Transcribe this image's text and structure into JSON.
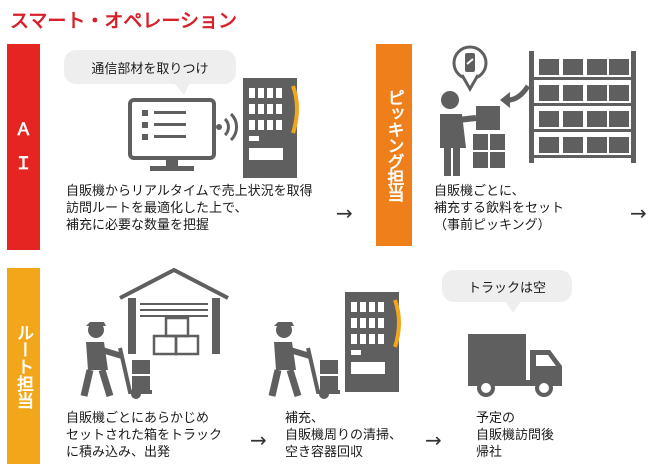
{
  "title": "スマート・オペレーション",
  "colors": {
    "title": "#d8202a",
    "ai": "#e42521",
    "picking": "#ef7f1a",
    "route": "#f2a71b",
    "icon": "#5f5f5f",
    "bubble": "#eeeeee"
  },
  "bands": {
    "ai": "Ａ\nＩ",
    "picking": "ピッキング担当",
    "route": "ルート担当"
  },
  "bubbles": {
    "ai": "通信部材を取りつけ",
    "truck": "トラックは空"
  },
  "steps": {
    "ai": [
      "自販機からリアルタイムで売上状況を取得",
      "訪問ルートを最適化した上で、",
      "補充に必要な数量を把握"
    ],
    "picking": [
      "自販機ごとに、",
      "補充する飲料をセット",
      "（事前ピッキング）"
    ],
    "route_load": [
      "自販機ごとにあらかじめ",
      "セットされた箱をトラック",
      "に積み込み、出発"
    ],
    "route_refill": [
      "補充、",
      "自販機周りの清掃、",
      "空き容器回収"
    ],
    "route_return": [
      "予定の",
      "自販機訪問後",
      "帰社"
    ]
  },
  "arrow": "→",
  "icons": [
    "computer-monitor-icon",
    "wireless-signal-icon",
    "vending-machine-icon",
    "picker-person-icon",
    "beverage-pin-icon",
    "shelf-rack-icon",
    "warehouse-icon",
    "hand-truck-worker-icon",
    "truck-icon"
  ]
}
